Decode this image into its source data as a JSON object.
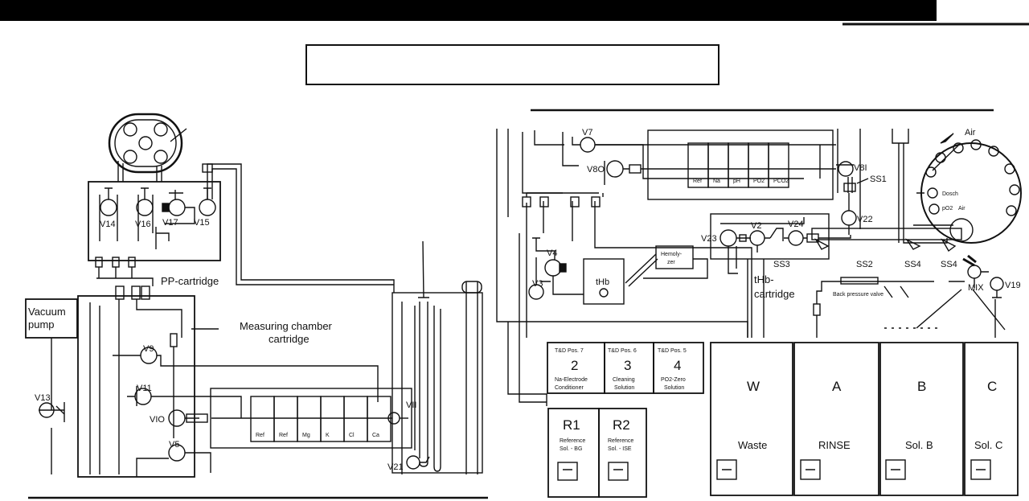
{
  "left": {
    "pp_cartridge": "PP-cartridge",
    "measuring_chamber": [
      "Measuring chamber",
      "cartridge"
    ],
    "vacuum_pump": [
      "Vacuum",
      "pump"
    ],
    "valves": {
      "v14": "V14",
      "v16": "V16",
      "v17": "V17",
      "v15": "V15",
      "v9": "V9",
      "v11": "V11",
      "v10": "VIO",
      "v5": "V5",
      "v13": "V13",
      "v11r": "VII",
      "v21": "V21"
    },
    "electrodes": [
      "Ref",
      "Ref",
      "Mg",
      "K",
      "Cl",
      "Ca"
    ]
  },
  "right": {
    "valves": {
      "v7": "V7",
      "v80": "V8O",
      "v81": "V8I",
      "v22": "V22",
      "v2": "V2",
      "v24": "V24",
      "v23": "V23",
      "v4": "V4",
      "v3": "V3",
      "v19": "V19"
    },
    "labels": {
      "air": "Air",
      "ss1": "SS1",
      "ss2": "SS2",
      "ss3": "SS3",
      "ss4a": "SS4",
      "ss4b": "SS4",
      "mix": "MIX",
      "thb": "tHb",
      "hemolyzer": [
        "Hemoly-",
        "zer"
      ],
      "thb_cart": [
        "tHb-",
        "cartridge"
      ],
      "back_pressure": "Back pressure valve",
      "dosing": [
        "Dosch",
        "pO2",
        "Air"
      ]
    },
    "electrodes": [
      "Ref",
      "Na",
      "pH",
      "PO2",
      "PCO2"
    ],
    "td": [
      {
        "head": "T&D  Pos. 7",
        "num": "2",
        "lines": [
          "Na-Electrode",
          "Conditioner"
        ]
      },
      {
        "head": "T&D  Pos. 6",
        "num": "3",
        "lines": [
          "Cleaning",
          "Solution"
        ]
      },
      {
        "head": "T&D  Pos. 5",
        "num": "4",
        "lines": [
          "PO2-Zero",
          "Solution"
        ]
      }
    ],
    "refs": [
      {
        "id": "R1",
        "lines": [
          "Reference",
          "Sol. - BG"
        ]
      },
      {
        "id": "R2",
        "lines": [
          "Reference",
          "Sol. - ISE"
        ]
      }
    ],
    "bottles": [
      {
        "letter": "W",
        "name": "Waste"
      },
      {
        "letter": "A",
        "name": "RINSE"
      },
      {
        "letter": "B",
        "name": "Sol. B"
      },
      {
        "letter": "C",
        "name": "Sol. C"
      }
    ]
  }
}
